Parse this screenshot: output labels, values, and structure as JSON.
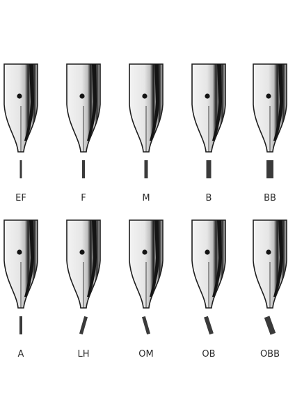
{
  "nib_chart": {
    "rows": [
      {
        "nibs": [
          {
            "label": "EF",
            "stroke_width": 3,
            "stroke_angle": 0
          },
          {
            "label": "F",
            "stroke_width": 4,
            "stroke_angle": 0
          },
          {
            "label": "M",
            "stroke_width": 5,
            "stroke_angle": 0
          },
          {
            "label": "B",
            "stroke_width": 7,
            "stroke_angle": 0
          },
          {
            "label": "BB",
            "stroke_width": 10,
            "stroke_angle": 0
          }
        ]
      },
      {
        "nibs": [
          {
            "label": "A",
            "stroke_width": 4,
            "stroke_angle": 0
          },
          {
            "label": "LH",
            "stroke_width": 5,
            "stroke_angle": 16
          },
          {
            "label": "OM",
            "stroke_width": 5,
            "stroke_angle": -16
          },
          {
            "label": "OB",
            "stroke_width": 6,
            "stroke_angle": -18
          },
          {
            "label": "OBB",
            "stroke_width": 8,
            "stroke_angle": -20
          }
        ]
      }
    ],
    "colors": {
      "metal_light": "#ececec",
      "metal_mid": "#bdbdbd",
      "metal_dark": "#141414",
      "outline": "#1e1e1e",
      "stroke_ink": "#3a3a3a",
      "label": "#2a2a2a"
    }
  }
}
